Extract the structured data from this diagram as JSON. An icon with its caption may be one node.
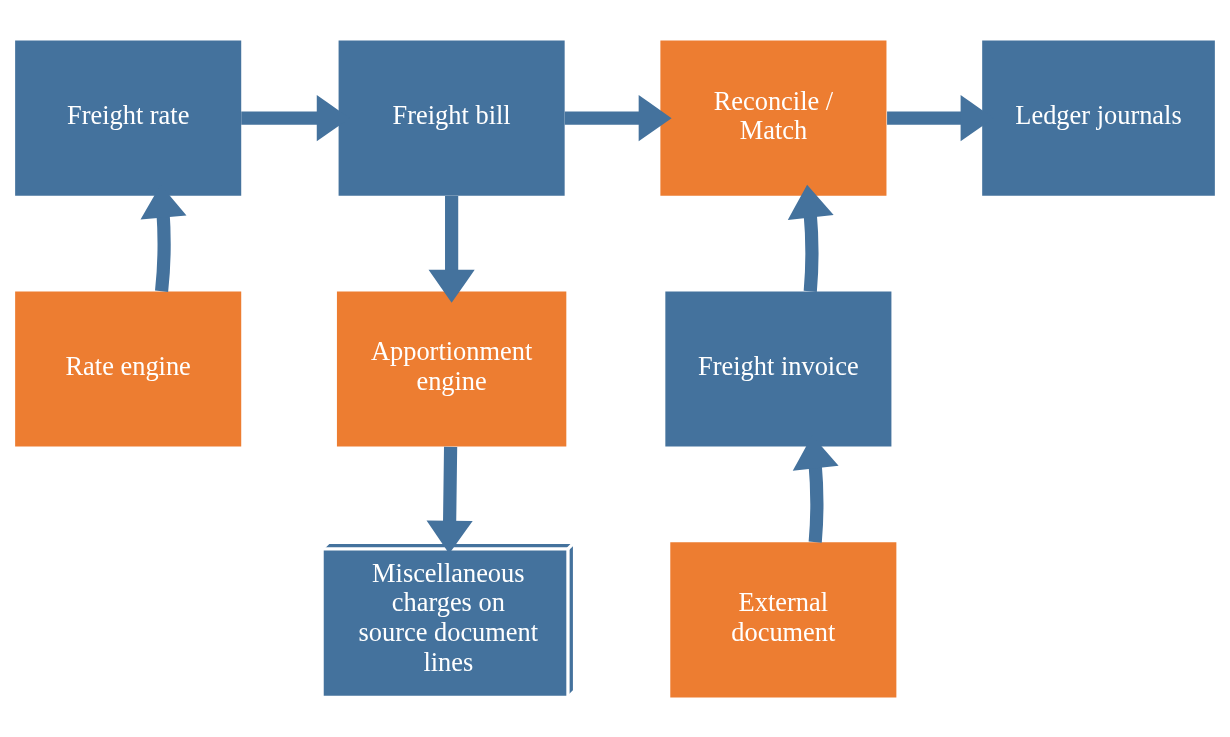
{
  "diagram": {
    "nodes": [
      {
        "text": [
          "Freight rate"
        ]
      },
      {
        "text": [
          "Freight bill"
        ]
      },
      {
        "text": [
          "Reconcile / Match"
        ]
      },
      {
        "text": [
          "Ledger journals"
        ]
      },
      {
        "text": [
          "Rate engine"
        ]
      },
      {
        "text": [
          "Apportionment engine"
        ]
      },
      {
        "text": [
          "Freight invoice"
        ]
      },
      {
        "text": [
          "Miscellaneous charges on source document lines"
        ]
      },
      {
        "text": [
          "External document"
        ]
      }
    ],
    "edges": [
      {
        "from": 0,
        "to": 1,
        "arrow": "to"
      },
      {
        "from": 1,
        "to": 2,
        "arrow": "to"
      },
      {
        "from": 2,
        "to": 3,
        "arrow": "to"
      },
      {
        "from": 4,
        "to": 0,
        "arrow": "to"
      },
      {
        "from": 1,
        "to": 5,
        "arrow": "to"
      },
      {
        "from": 5,
        "to": 7,
        "arrow": "to"
      },
      {
        "from": 6,
        "to": 2,
        "arrow": "to"
      },
      {
        "from": 8,
        "to": 6,
        "arrow": "to"
      }
    ]
  }
}
